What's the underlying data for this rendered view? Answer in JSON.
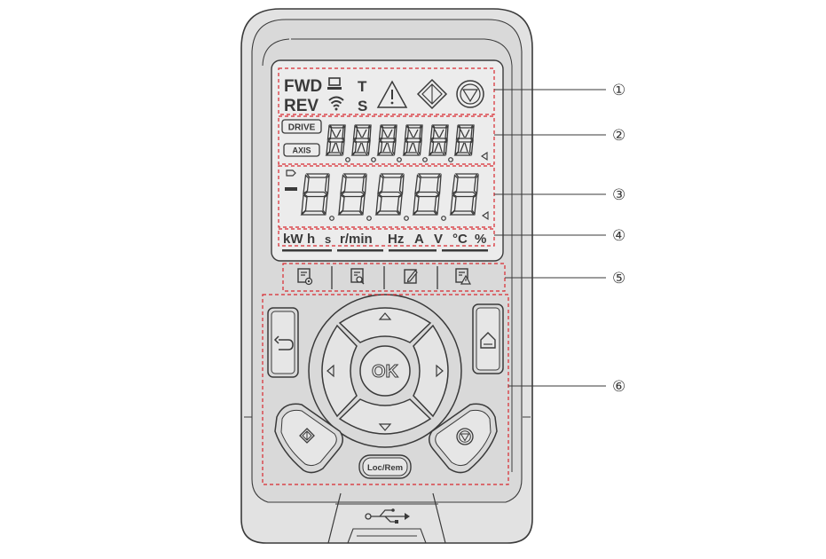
{
  "status": {
    "fwd": "FWD",
    "rev": "REV",
    "t": "T",
    "s": "S"
  },
  "display": {
    "drive": "DRIVE",
    "axis": "AXIS"
  },
  "units": [
    "kW",
    "h",
    "s",
    "r/min",
    "Hz",
    "A",
    "V",
    "°C",
    "%"
  ],
  "callouts": [
    "①",
    "②",
    "③",
    "④",
    "⑤",
    "⑥"
  ],
  "keys": {
    "ok": "OK",
    "loc_rem": "Loc/Rem"
  },
  "icons": {
    "computer": "computer-icon",
    "wifi": "wifi-icon",
    "warning": "warning-triangle-icon",
    "run": "run-diamond-icon",
    "stop": "stop-circle-icon",
    "parameter": "parameter-settings-icon",
    "monitor": "monitor-search-icon",
    "edit": "edit-icon",
    "fault": "fault-warning-icon",
    "back": "back-arrow-icon",
    "home": "home-icon",
    "usb": "usb-icon"
  },
  "colors": {
    "outline": "#3a3a3a",
    "body": "#e2e2e2",
    "screen": "#ececec",
    "callout_box": "#d9282f"
  }
}
